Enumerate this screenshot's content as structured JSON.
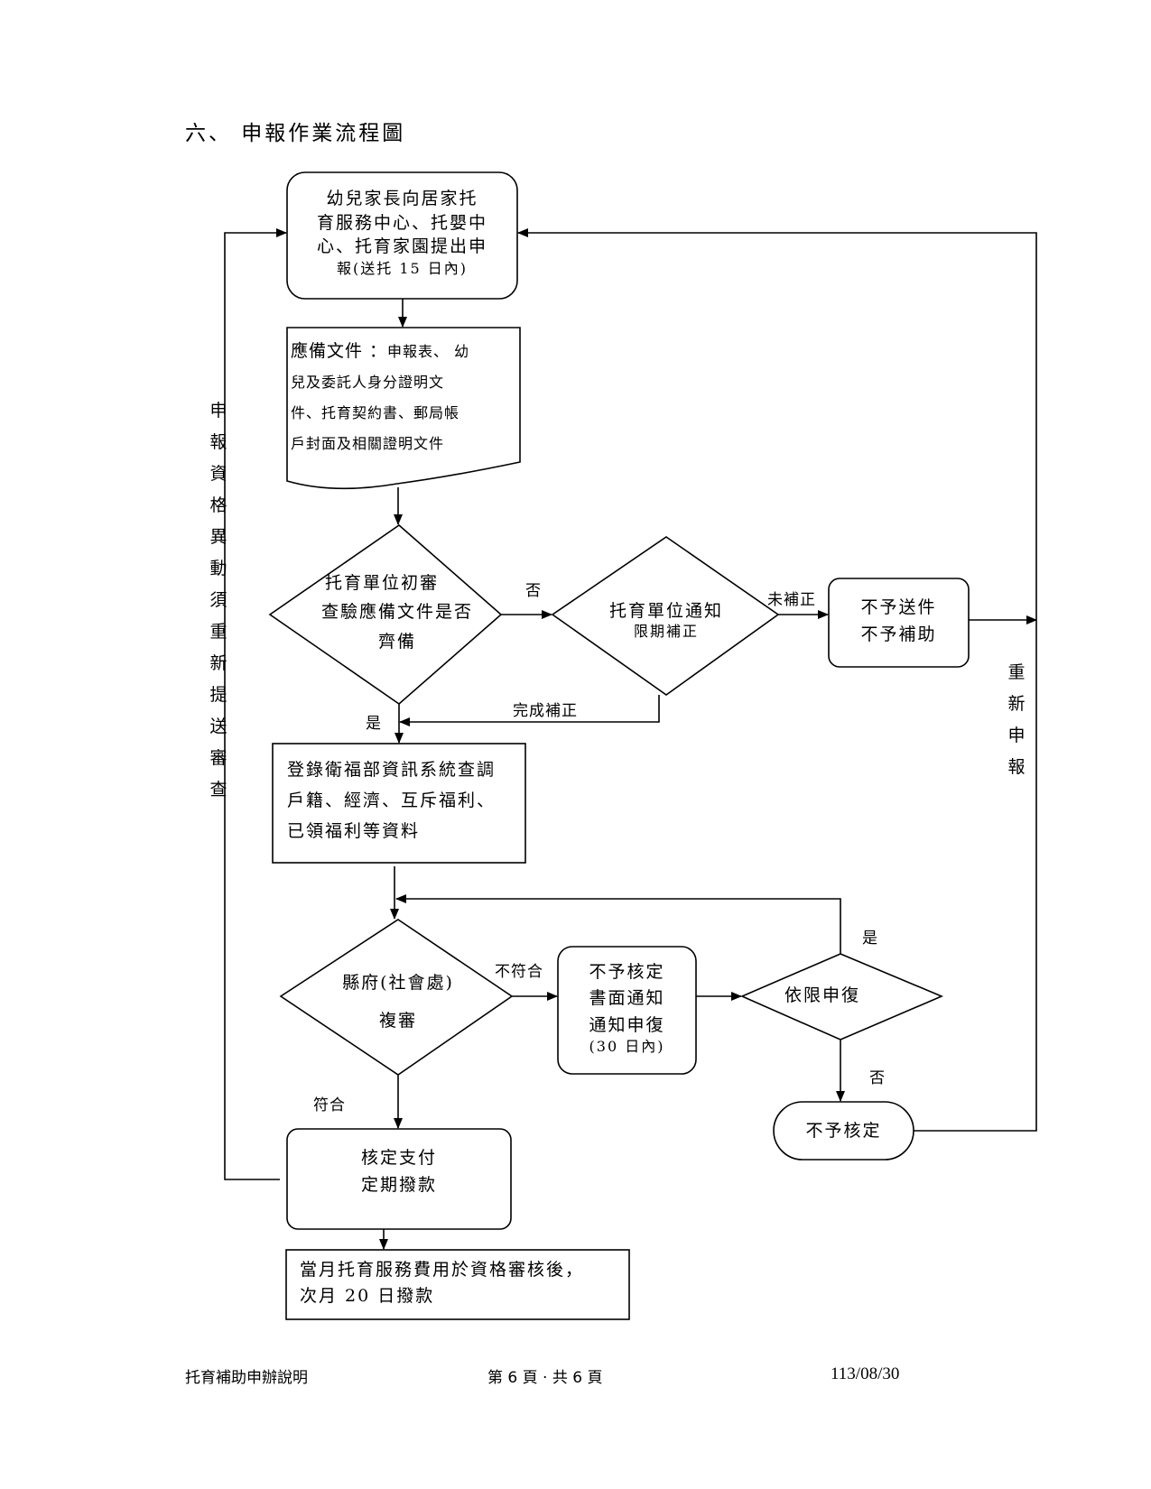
{
  "section_title": "六、 申報作業流程圖",
  "nodes": {
    "apply": {
      "lines": [
        "幼兒家長向居家托",
        "育服務中心、托嬰中",
        "心、托育家園提出申",
        "報(送托 15 日內)"
      ]
    },
    "docs": {
      "head": "應備文件 ：",
      "lines": [
        "申報表、 幼",
        "兒及委託人身分證明文",
        "件、托育契約書、郵局帳",
        "戶封面及相關證明文件"
      ]
    },
    "initial_review": {
      "lines": [
        "托育單位初審",
        "查驗應備文件是否",
        "齊備"
      ]
    },
    "notify_fix": {
      "lines": [
        "托育單位通知",
        "限期補正"
      ]
    },
    "reject_send": {
      "lines": [
        "不予送件",
        "不予補助"
      ]
    },
    "register": {
      "lines": [
        "登錄衛福部資訊系統查調",
        "戶籍、經濟、互斥福利、",
        "已領福利等資料"
      ]
    },
    "county_review": {
      "lines": [
        "縣府(社會處)",
        "複審"
      ]
    },
    "not_approved_notice": {
      "lines": [
        "不予核定",
        "書面通知",
        "通知申復",
        "(30 日內)"
      ]
    },
    "appeal": {
      "lines": [
        "依限申復"
      ]
    },
    "not_approved": {
      "lines": [
        "不予核定"
      ]
    },
    "approve_pay": {
      "lines": [
        "核定支付",
        "定期撥款"
      ]
    },
    "monthly": {
      "lines": [
        "當月托育服務費用於資格審核後，",
        "次月 20 日撥款"
      ]
    }
  },
  "edges": {
    "no_1": "否",
    "not_fixed": "未補正",
    "fix_done": "完成補正",
    "yes_1": "是",
    "not_match": "不符合",
    "match": "符合",
    "yes_2": "是",
    "no_2": "否"
  },
  "side_labels": {
    "left": [
      "申",
      "報",
      "資",
      "格",
      "異",
      "動",
      "須",
      "重",
      "新",
      "提",
      "送",
      "審",
      "查"
    ],
    "right": [
      "重",
      "新",
      "申",
      "報"
    ]
  },
  "footer": {
    "left": "托育補助申辦說明",
    "middle": "第 6 頁 · 共  6  頁",
    "right": "113/08/30"
  }
}
